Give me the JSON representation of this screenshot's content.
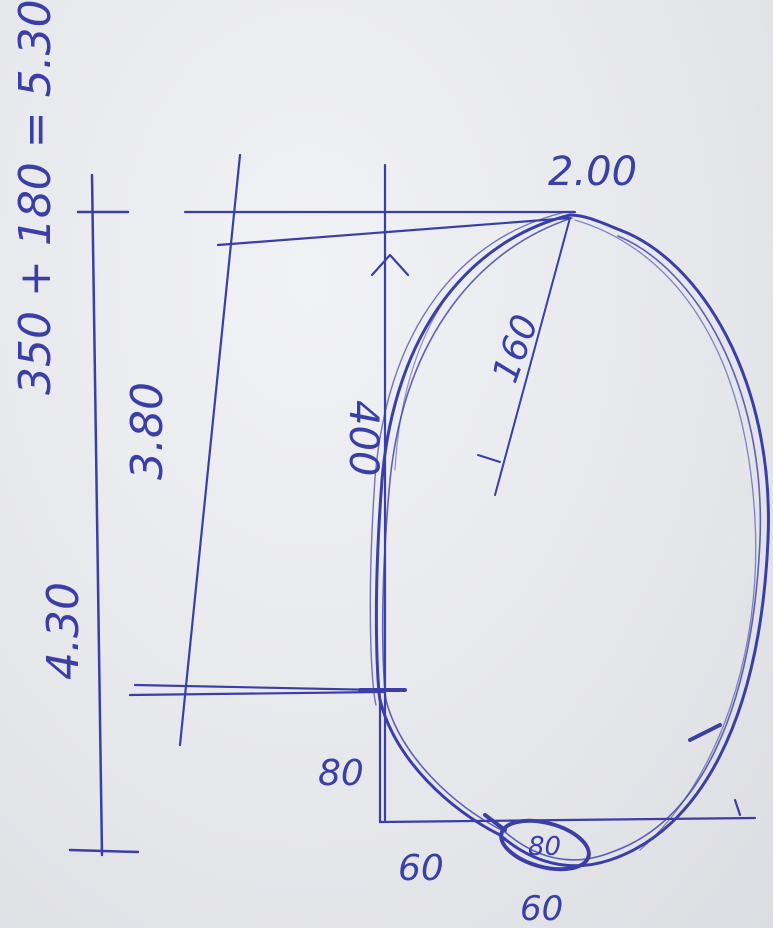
{
  "colors": {
    "ink": "#3a3fa8",
    "paper": "#e9eaee"
  },
  "labels": {
    "top_equation": "350 + 180 = 5.30",
    "peak": "2.00",
    "overall_height": "4.30",
    "upper_height": "3.80",
    "inner_height": "400",
    "inner_radius": "160",
    "left_offset": "80",
    "bottom_left": "60",
    "bottom_right": "60",
    "bottom_loop": "80"
  }
}
